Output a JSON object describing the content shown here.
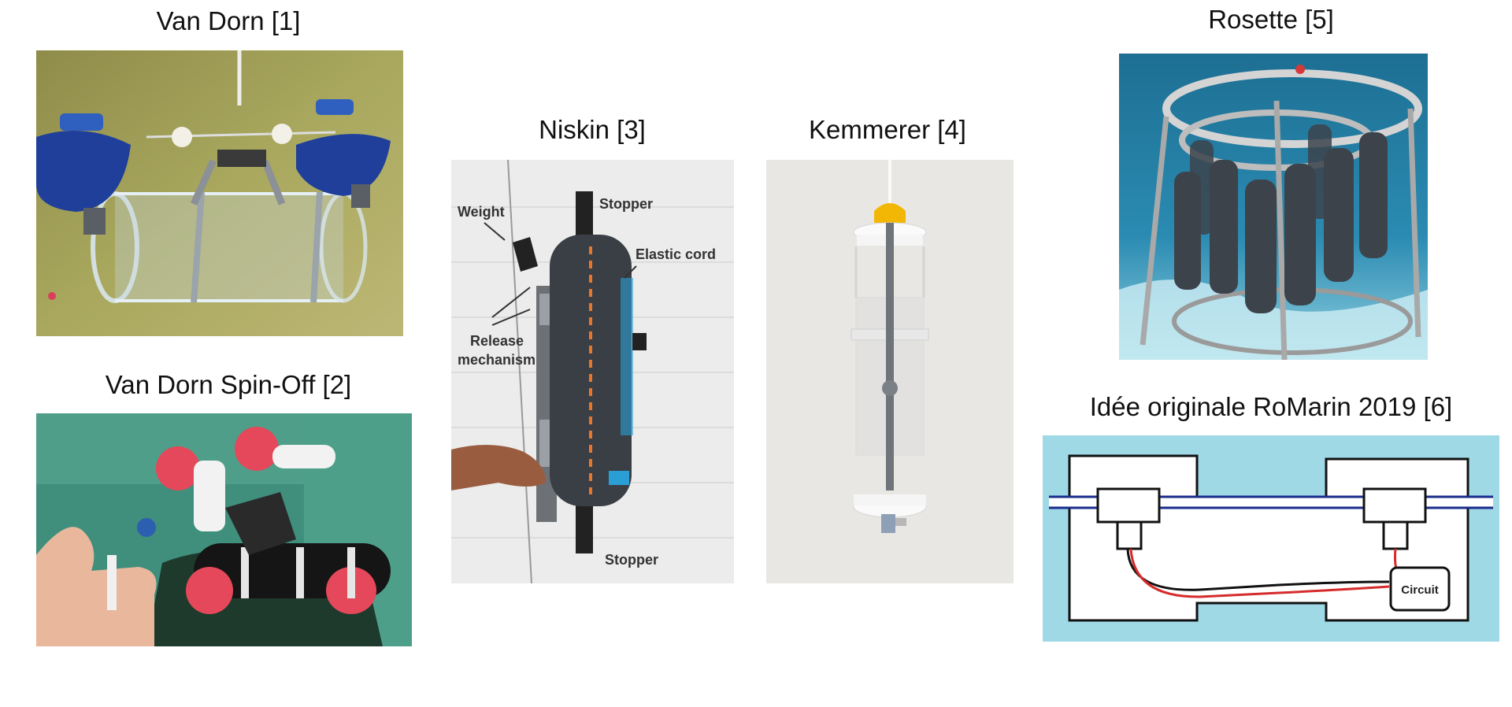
{
  "captions": {
    "van_dorn": "Van Dorn [1]",
    "van_dorn_spinoff": "Van Dorn Spin-Off [2]",
    "niskin": "Niskin [3]",
    "kemmerer": "Kemmerer [4]",
    "rosette": "Rosette [5]",
    "romarin": "Idée originale RoMarin 2019 [6]"
  },
  "niskin_labels": {
    "weight": "Weight",
    "stopper_top": "Stopper",
    "elastic_cord": "Elastic cord",
    "release_line1": "Release",
    "release_line2": "mechanism",
    "stopper_bottom": "Stopper"
  },
  "diagram_labels": {
    "circuit": "Circuit"
  },
  "colors": {
    "diagram_bg": "#9fd9e6",
    "pipe_blue": "#1a2b8c",
    "wire_red": "#d62b2b",
    "niskin_stripe": "#e8772a",
    "cap_blue": "#1f3f9a",
    "foam_red": "#e5485a",
    "kemmerer_cap": "#f2b705"
  }
}
